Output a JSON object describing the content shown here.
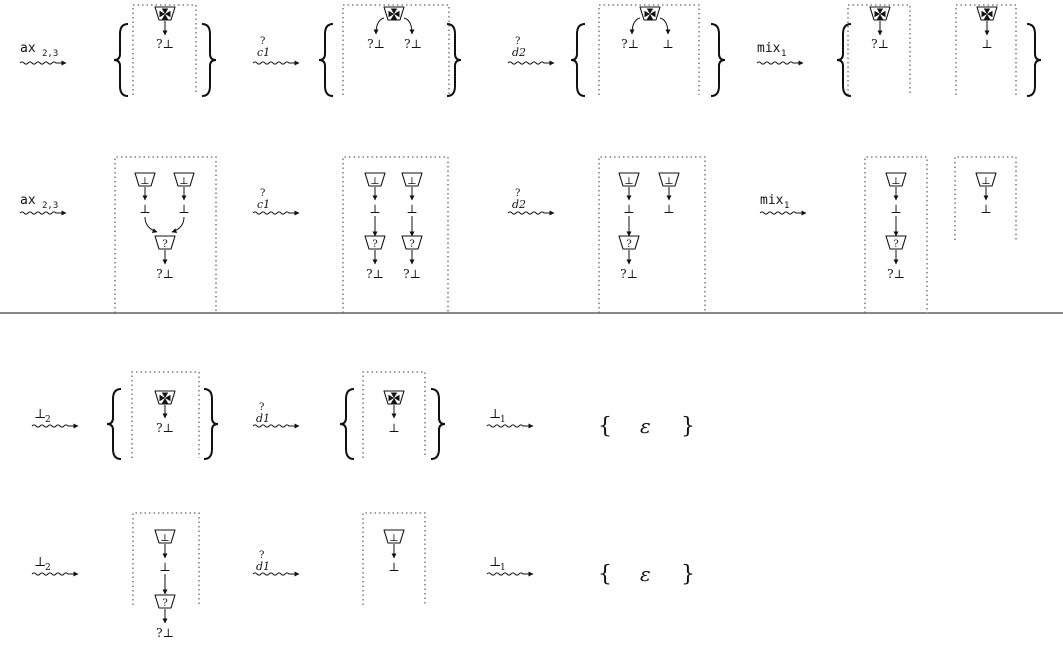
{
  "symbols": {
    "bot": "⊥",
    "why_bot": "?⊥",
    "why": "?",
    "epsilon": "ε",
    "left_brace": "{",
    "right_brace": "}",
    "cross_icon": "maltese-cross-icon"
  },
  "steps": {
    "ax23": {
      "main": "ax",
      "sub": "2,3"
    },
    "c1": {
      "top": "?",
      "sub": "c1"
    },
    "d2": {
      "top": "?",
      "sub": "d2"
    },
    "mix1": {
      "main": "mix",
      "sub": "1"
    },
    "bot2": {
      "main": "⊥",
      "sub": "2"
    },
    "d1": {
      "top": "?",
      "sub": "d1"
    },
    "bot1": {
      "main": "⊥",
      "sub": "1"
    }
  }
}
